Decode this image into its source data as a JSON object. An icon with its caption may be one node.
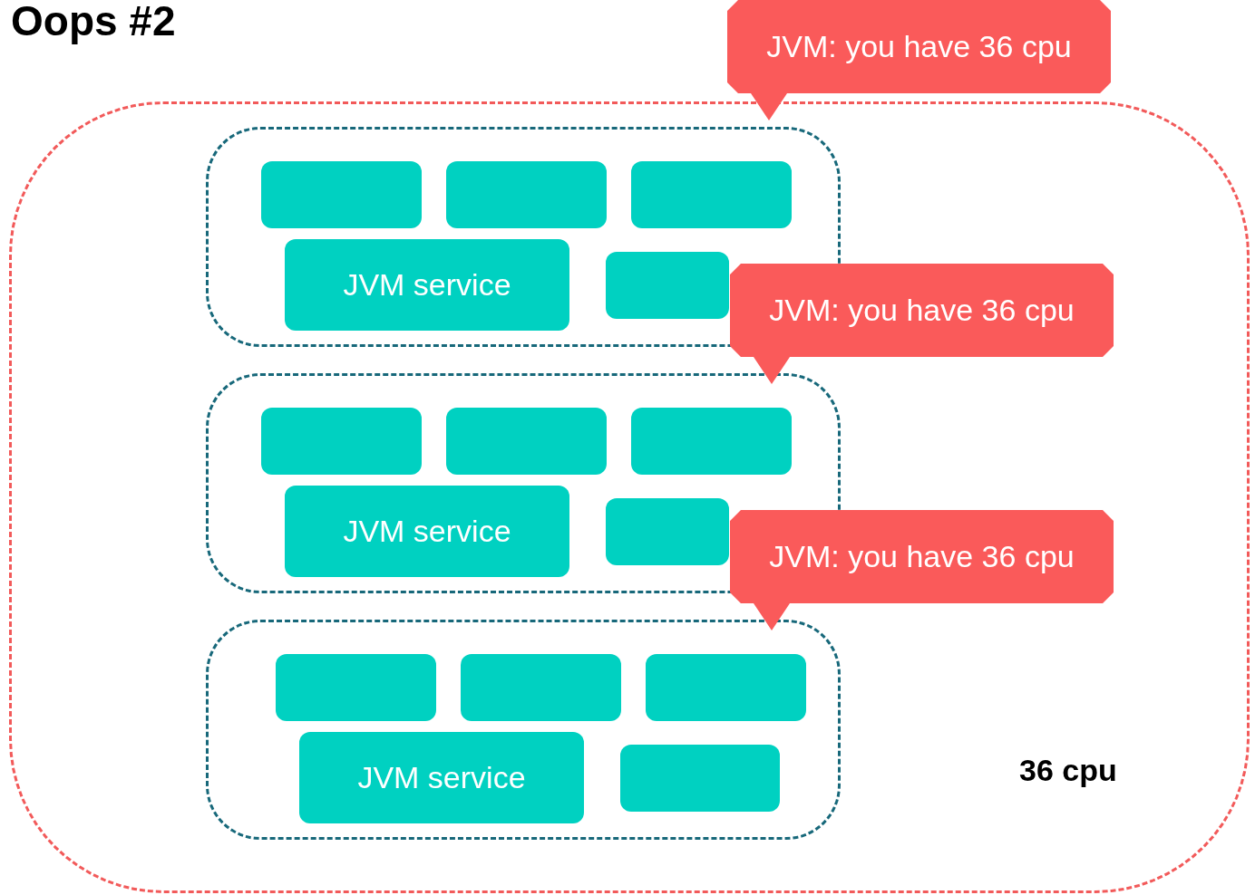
{
  "diagram": {
    "title": "Oops #2",
    "nodes": [
      {
        "text": [
          "36 cpu"
        ]
      },
      {
        "text": [],
        "shape": "box",
        "in": 0
      },
      {
        "text": [],
        "shape": "box",
        "in": 1
      },
      {
        "text": [],
        "shape": "box",
        "in": 1
      },
      {
        "text": [],
        "shape": "box",
        "in": 1
      },
      {
        "text": [
          "JVM service"
        ],
        "in": 1
      },
      {
        "text": [],
        "shape": "box",
        "in": 1
      },
      {
        "text": [],
        "shape": "box",
        "in": 0
      },
      {
        "text": [],
        "shape": "box",
        "in": 7
      },
      {
        "text": [],
        "shape": "box",
        "in": 7
      },
      {
        "text": [],
        "shape": "box",
        "in": 7
      },
      {
        "text": [
          "JVM service"
        ],
        "in": 7
      },
      {
        "text": [],
        "shape": "box",
        "in": 7
      },
      {
        "text": [],
        "shape": "box",
        "in": 0
      },
      {
        "text": [],
        "shape": "box",
        "in": 13
      },
      {
        "text": [],
        "shape": "box",
        "in": 13
      },
      {
        "text": [],
        "shape": "box",
        "in": 13
      },
      {
        "text": [
          "JVM service"
        ],
        "in": 13
      },
      {
        "text": [],
        "shape": "box",
        "in": 13
      },
      {
        "text": [
          "JVM: you have 36 cpu"
        ]
      },
      {
        "text": [
          "JVM: you have 36 cpu"
        ],
        "in": 0
      },
      {
        "text": [
          "JVM: you have 36 cpu"
        ],
        "in": 0
      }
    ]
  }
}
